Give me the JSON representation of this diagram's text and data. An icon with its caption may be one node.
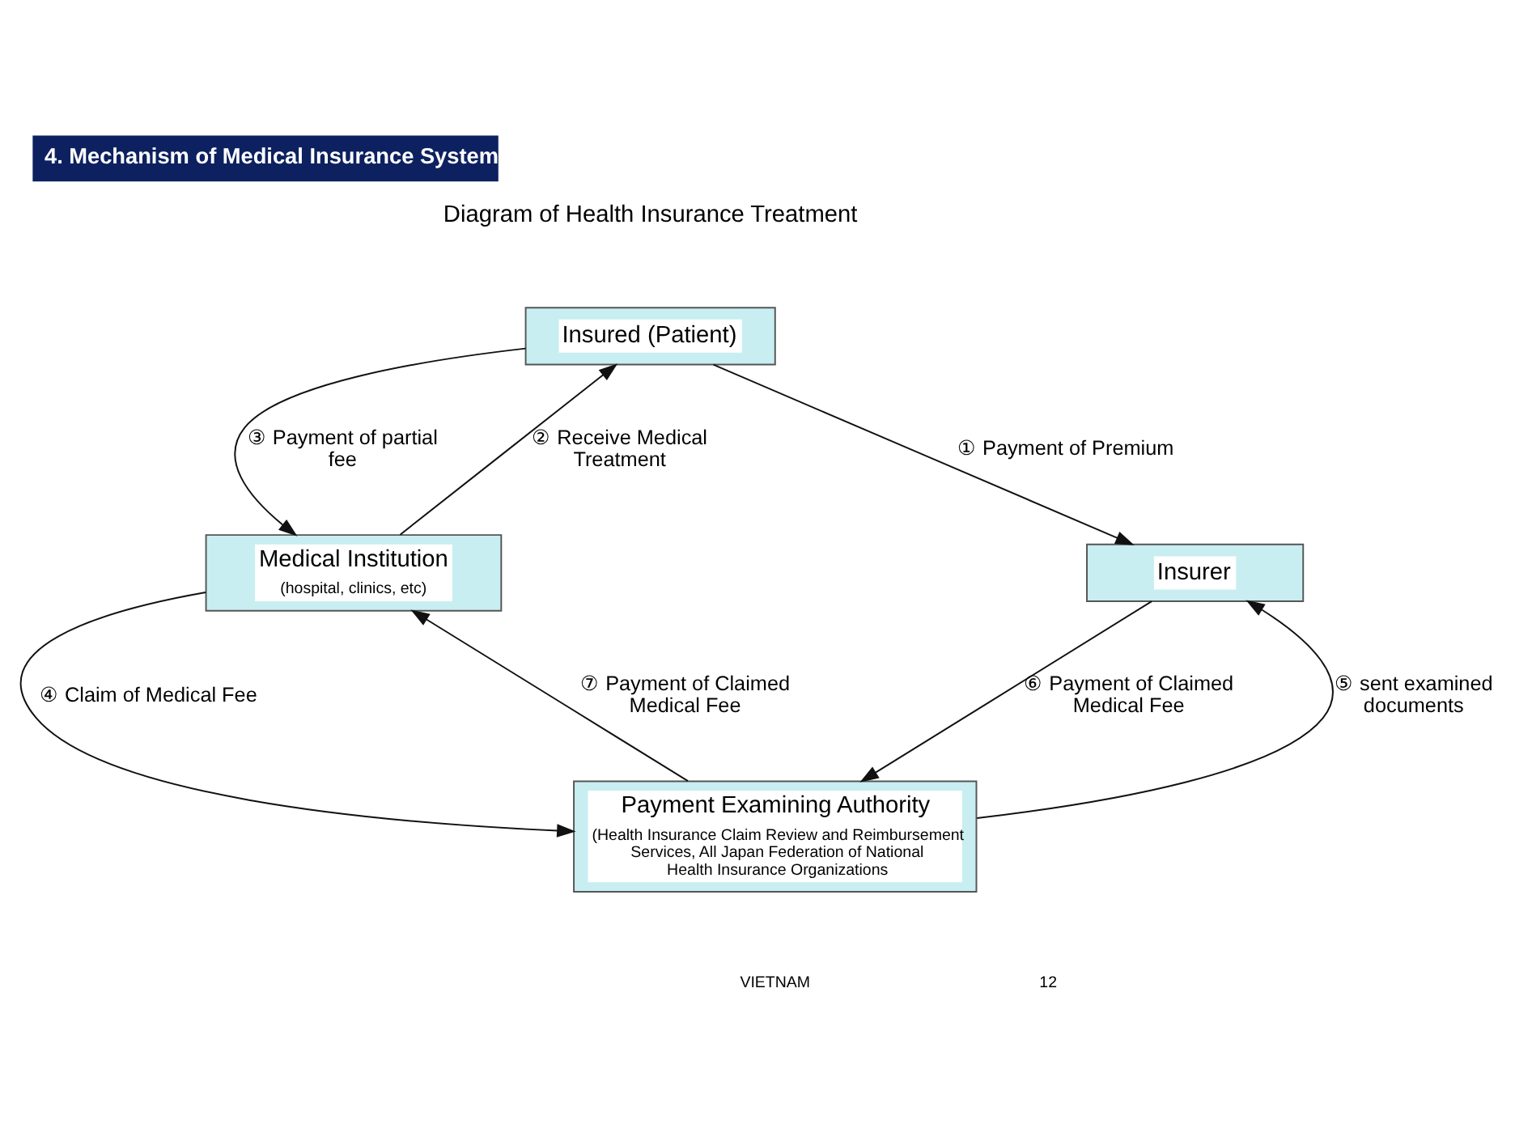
{
  "diagram": {
    "title": "4. Mechanism of Medical Insurance System",
    "nodes": [
      {
        "text": [
          "Insured (Patient)"
        ]
      },
      {
        "text": [
          "Medical Institution",
          "(hospital, clinics, etc)"
        ]
      },
      {
        "text": [
          "Insurer"
        ]
      },
      {
        "text": [
          "Payment Examining Authority",
          "(Health Insurance Claim Review and Reimbursement Services, All Japan Federation of National Health Insurance Organizations"
        ]
      }
    ],
    "edges": [
      {
        "from": 0,
        "to": 2,
        "arrow": "to",
        "label": "① Payment of Premium"
      },
      {
        "from": 1,
        "to": 0,
        "arrow": "to",
        "label": "② Receive Medical Treatment"
      },
      {
        "from": 0,
        "to": 1,
        "arrow": "to",
        "label": "③ Payment of partial fee"
      },
      {
        "from": 1,
        "to": 3,
        "arrow": "to",
        "label": "④ Claim of Medical Fee"
      },
      {
        "from": 3,
        "to": 2,
        "arrow": "to",
        "label": "⑤ sent examined documents"
      },
      {
        "from": 2,
        "to": 3,
        "arrow": "to",
        "label": "⑥ Payment of Claimed Medical Fee"
      },
      {
        "from": 3,
        "to": 1,
        "arrow": "to",
        "label": "⑦ Payment of Claimed Medical Fee"
      }
    ],
    "labels": [
      "Diagram of Health Insurance Treatment",
      "VIETNAM",
      "12"
    ]
  }
}
